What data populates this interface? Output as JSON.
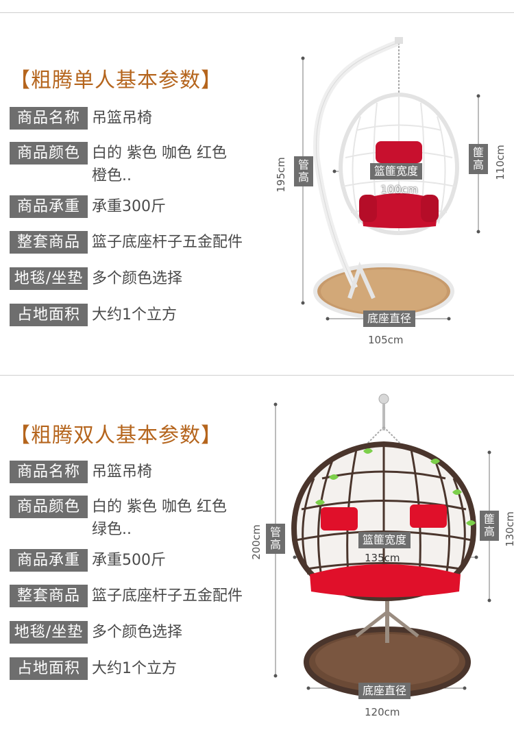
{
  "single": {
    "title": "【粗腾单人基本参数】",
    "rows": [
      {
        "label": "商品名称",
        "value": "吊篮吊椅",
        "value2": ""
      },
      {
        "label": "商品颜色",
        "value": "白的 紫色 咖色 红色",
        "value2": "橙色.."
      },
      {
        "label": "商品承重",
        "value": "承重300斤",
        "value2": ""
      },
      {
        "label": "整套商品",
        "value": "篮子底座杆子五金配件",
        "value2": ""
      },
      {
        "label": "地毯/坐垫",
        "value": "多个颜色选择",
        "value2": ""
      },
      {
        "label": "占地面积",
        "value": "大约1个立方",
        "value2": ""
      }
    ],
    "figure": {
      "pole_height_tag": "管高",
      "pole_height": "195cm",
      "basket_height_tag": "篚高",
      "basket_height": "110cm",
      "basket_width_tag": "篮篚宽度",
      "basket_width": "100cm",
      "base_diameter_tag": "底座直径",
      "base_diameter": "105cm",
      "colors": {
        "frame": "#f2f2f2",
        "cushion": "#c8102e",
        "rug": "#c79a6b"
      }
    }
  },
  "double": {
    "title": "【粗腾双人基本参数】",
    "rows": [
      {
        "label": "商品名称",
        "value": "吊篮吊椅",
        "value2": ""
      },
      {
        "label": "商品颜色",
        "value": "白的 紫色 咖色 红色",
        "value2": "绿色.."
      },
      {
        "label": "商品承重",
        "value": "承重500斤",
        "value2": ""
      },
      {
        "label": "整套商品",
        "value": "篮子底座杆子五金配件",
        "value2": ""
      },
      {
        "label": "地毯/坐垫",
        "value": "多个颜色选择",
        "value2": ""
      },
      {
        "label": "占地面积",
        "value": "大约1个立方",
        "value2": ""
      }
    ],
    "figure": {
      "pole_height_tag": "管高",
      "pole_height": "200cm",
      "basket_height_tag": "篚高",
      "basket_height": "130cm",
      "basket_width_tag": "篮篚宽度",
      "basket_width": "135cm",
      "base_diameter_tag": "底座直径",
      "base_diameter": "120cm",
      "colors": {
        "frame": "#4a352c",
        "cushion": "#e0102a",
        "rug": "#6b4a36"
      }
    }
  }
}
